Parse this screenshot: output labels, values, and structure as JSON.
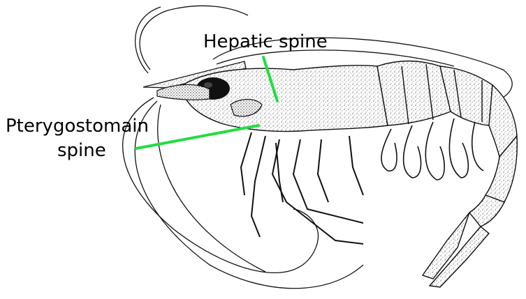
{
  "labels": {
    "hepatic_spine": "Hepatic spine",
    "pterygostomain_line1": "Pterygostomain",
    "pterygostomain_line2": "spine"
  },
  "colors": {
    "pointer": "#22dd44",
    "ink": "#111111",
    "background": "#ffffff"
  }
}
